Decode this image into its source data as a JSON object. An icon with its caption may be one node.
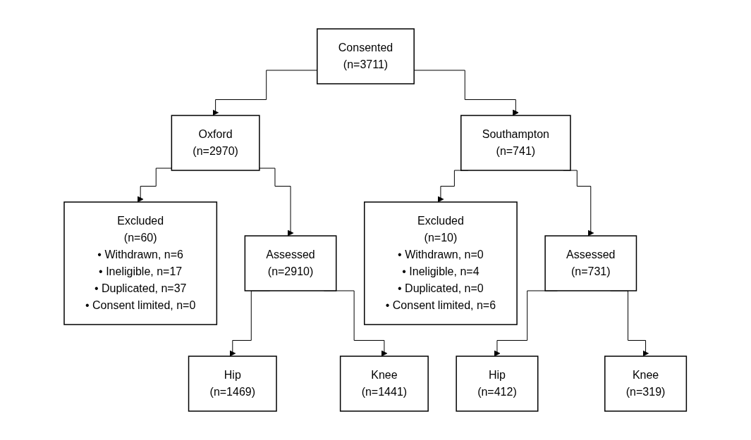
{
  "diagram": {
    "nodes": [
      {
        "text": [
          "Consented",
          "(n=3711)"
        ]
      },
      {
        "text": [
          "Oxford",
          "(n=2970)"
        ]
      },
      {
        "text": [
          "Southampton",
          "(n=741)"
        ]
      },
      {
        "text": [
          "Excluded",
          "(n=60)",
          "• Withdrawn, n=6",
          "• Ineligible, n=17",
          "• Duplicated, n=37",
          "• Consent limited, n=0"
        ]
      },
      {
        "text": [
          "Excluded",
          "(n=10)",
          "• Withdrawn, n=0",
          "• Ineligible, n=4",
          "• Duplicated, n=0",
          "• Consent limited, n=6"
        ]
      },
      {
        "text": [
          "Assessed",
          "(n=2910)"
        ]
      },
      {
        "text": [
          "Assessed",
          "(n=731)"
        ]
      },
      {
        "text": [
          "Hip",
          "(n=1469)"
        ]
      },
      {
        "text": [
          "Knee",
          "(n=1441)"
        ]
      },
      {
        "text": [
          "Hip",
          "(n=412)"
        ]
      },
      {
        "text": [
          "Knee",
          "(n=319)"
        ]
      }
    ],
    "edges": [
      {
        "from": 0,
        "to": 1,
        "arrow": "to"
      },
      {
        "from": 0,
        "to": 2,
        "arrow": "to"
      },
      {
        "from": 1,
        "to": 3,
        "arrow": "to"
      },
      {
        "from": 1,
        "to": 5,
        "arrow": "to"
      },
      {
        "from": 2,
        "to": 4,
        "arrow": "to"
      },
      {
        "from": 2,
        "to": 6,
        "arrow": "to"
      },
      {
        "from": 5,
        "to": 7,
        "arrow": "to"
      },
      {
        "from": 5,
        "to": 8,
        "arrow": "to"
      },
      {
        "from": 6,
        "to": 9,
        "arrow": "to"
      },
      {
        "from": 6,
        "to": 10,
        "arrow": "to"
      }
    ]
  }
}
